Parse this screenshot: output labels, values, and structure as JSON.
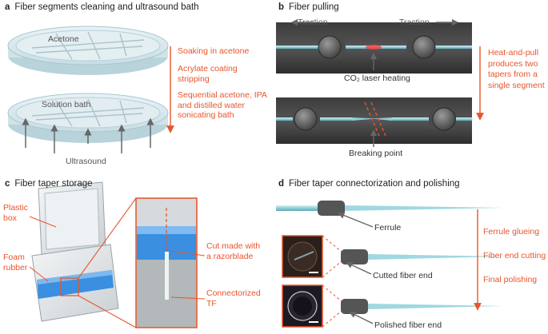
{
  "panel_a": {
    "letter": "a",
    "title": "Fiber segments cleaning and ultrasound bath",
    "dish_top_label": "Acetone",
    "dish_bottom_label": "Solution bath",
    "ultrasound_label": "Ultrasound",
    "steps": [
      "Soaking in acetone",
      "Acrylate coating stripping",
      "Sequential acetone, IPA and distilled water sonicating bath"
    ]
  },
  "panel_b": {
    "letter": "b",
    "title": "Fiber pulling",
    "traction_left": "Traction",
    "traction_right": "Traction",
    "laser_label": "CO₂ laser heating",
    "breaking_label": "Breaking point",
    "side_text": "Heat-and-pull produces two tapers from a single segment"
  },
  "panel_c": {
    "letter": "c",
    "title": "Fiber taper storage",
    "plastic_box": "Plastic box",
    "foam_rubber": "Foam rubber",
    "cut_label": "Cut made with a razorblade",
    "tf_label": "Connectorized TF"
  },
  "panel_d": {
    "letter": "d",
    "title": "Fiber taper connectorization and polishing",
    "ferrule_label": "Ferrule",
    "cutted_label": "Cutted fiber end",
    "polished_label": "Polished fiber end",
    "steps": [
      "Ferrule glueing",
      "Fiber end cutting",
      "Final polishing"
    ]
  },
  "colors": {
    "accent": "#e8552b",
    "fiber": "#9fd8e0",
    "clamp": "#5a5a5a",
    "foam": "#3a8fe0"
  }
}
